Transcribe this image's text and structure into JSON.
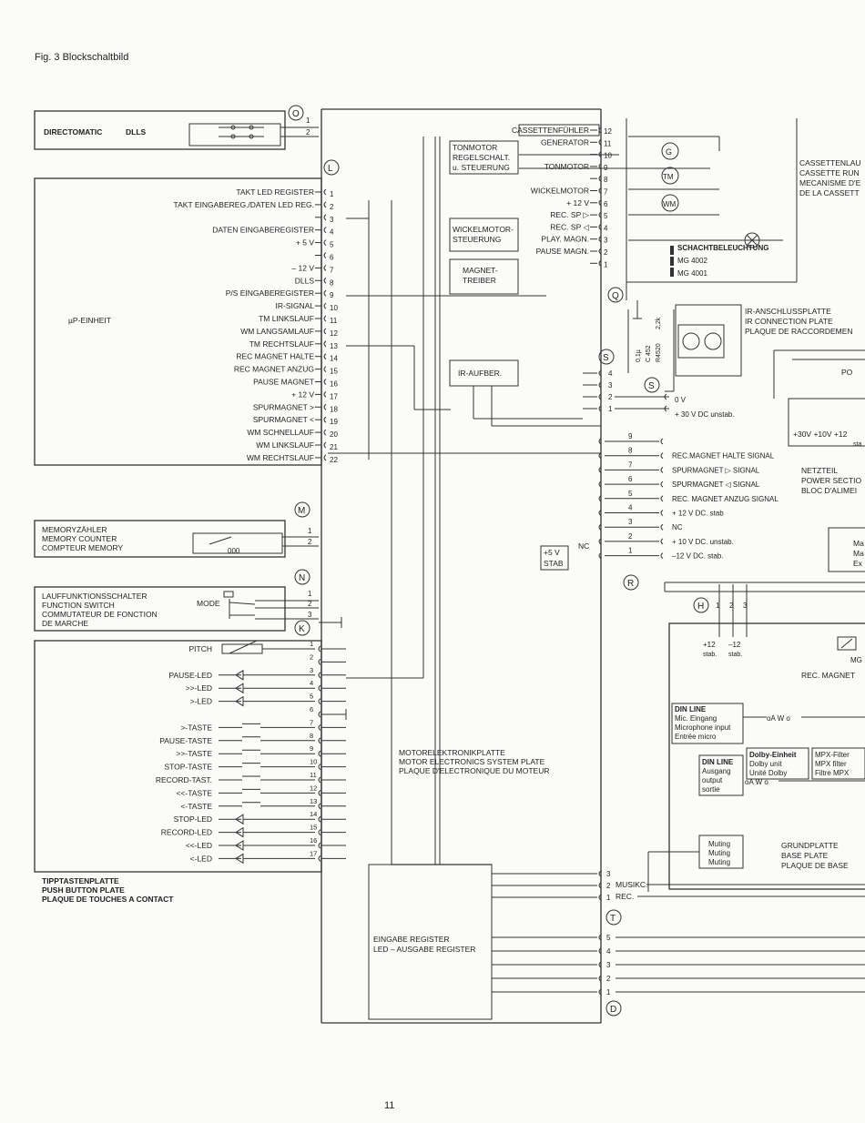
{
  "figure_title": "Fig. 3 Blockschaltbild",
  "page_number": "11",
  "connectors": {
    "O": "O",
    "L": "L",
    "M": "M",
    "N": "N",
    "K": "K",
    "Q": "Q",
    "S": "S",
    "R": "R",
    "H": "H",
    "T": "T",
    "D": "D"
  },
  "directomatic": {
    "label": "DIRECTOMATIC",
    "dlls": "DLLS",
    "pins": [
      "1",
      "2"
    ]
  },
  "up_unit": {
    "label": "µP-EINHEIT",
    "pins": [
      {
        "n": "1",
        "label": "TAKT LED REGISTER"
      },
      {
        "n": "2",
        "label": "TAKT EINGABEREG./DATEN LED REG."
      },
      {
        "n": "3",
        "label": ""
      },
      {
        "n": "4",
        "label": "DATEN EINGABEREGISTER"
      },
      {
        "n": "5",
        "label": "+ 5 V"
      },
      {
        "n": "6",
        "label": ""
      },
      {
        "n": "7",
        "label": "– 12 V"
      },
      {
        "n": "8",
        "label": "DLLS"
      },
      {
        "n": "9",
        "label": "P/S EINGABEREGISTER"
      },
      {
        "n": "10",
        "label": "IR-SIGNAL"
      },
      {
        "n": "11",
        "label": "TM LINKSLAUF"
      },
      {
        "n": "12",
        "label": "WM LANGSAMLAUF"
      },
      {
        "n": "13",
        "label": "TM RECHTSLAUF"
      },
      {
        "n": "14",
        "label": "REC MAGNET HALTE"
      },
      {
        "n": "15",
        "label": "REC MAGNET ANZUG"
      },
      {
        "n": "16",
        "label": "PAUSE MAGNET"
      },
      {
        "n": "17",
        "label": "+ 12 V"
      },
      {
        "n": "18",
        "label": "SPURMAGNET >"
      },
      {
        "n": "19",
        "label": "SPURMAGNET <"
      },
      {
        "n": "20",
        "label": "WM SCHNELLAUF"
      },
      {
        "n": "21",
        "label": "WM LINKSLAUF"
      },
      {
        "n": "22",
        "label": "WM RECHTSLAUF"
      }
    ]
  },
  "memory": {
    "lines": [
      "MEMORYZÄHLER",
      "MEMORY COUNTER",
      "COMPTEUR MEMORY"
    ],
    "counter": "000",
    "pins": [
      "1",
      "2"
    ]
  },
  "function_switch": {
    "lines": [
      "LAUFFUNKTIONSSCHALTER",
      "FUNCTION SWITCH",
      "COMMUTATEUR DE FONCTION",
      "DE MARCHE"
    ],
    "mode": "MODE",
    "pins": [
      "1",
      "2",
      "3"
    ]
  },
  "push_button": {
    "lines": [
      "TIPPTASTENPLATTE",
      "PUSH BUTTON PLATE",
      "PLAQUE DE TOUCHES A CONTACT"
    ],
    "rows": [
      {
        "n": "1",
        "label": "PITCH",
        "kind": "pot"
      },
      {
        "n": "2",
        "label": "",
        "kind": "none"
      },
      {
        "n": "3",
        "label": "PAUSE-LED",
        "kind": "led"
      },
      {
        "n": "4",
        "label": ">>-LED",
        "kind": "led"
      },
      {
        "n": "5",
        "label": ">-LED",
        "kind": "led"
      },
      {
        "n": "6",
        "label": "",
        "kind": "gnd"
      },
      {
        "n": "7",
        "label": ">-TASTE",
        "kind": "key"
      },
      {
        "n": "8",
        "label": "PAUSE-TASTE",
        "kind": "key"
      },
      {
        "n": "9",
        "label": ">>-TASTE",
        "kind": "key"
      },
      {
        "n": "10",
        "label": "STOP-TASTE",
        "kind": "key"
      },
      {
        "n": "11",
        "label": "RECORD-TAST.",
        "kind": "key"
      },
      {
        "n": "12",
        "label": "<<-TASTE",
        "kind": "key"
      },
      {
        "n": "13",
        "label": "<-TASTE",
        "kind": "key"
      },
      {
        "n": "14",
        "label": "STOP-LED",
        "kind": "led"
      },
      {
        "n": "15",
        "label": "RECORD-LED",
        "kind": "led"
      },
      {
        "n": "16",
        "label": "<<-LED",
        "kind": "led"
      },
      {
        "n": "17",
        "label": "<-LED",
        "kind": "led"
      }
    ]
  },
  "motor_plate": {
    "lines": [
      "MOTORELEKTRONIKPLATTE",
      "MOTOR ELECTRONICS SYSTEM PLATE",
      "PLAQUE D'ELECTRONIQUE DU MOTEUR"
    ],
    "tonmotor_block": [
      "TONMOTOR",
      "REGELSCHALT.",
      "u. STEUERUNG"
    ],
    "wickel_block": [
      "WICKELMOTOR-",
      "STEUERUNG"
    ],
    "magnet_block": [
      "MAGNET-",
      "TREIBER"
    ],
    "ir_block": "IR-AUFBER.",
    "stab_block": [
      "+5 V",
      "STAB"
    ],
    "nc": "NC",
    "eingabe": [
      "EINGABE REGISTER",
      "LED – AUSGABE REGISTER"
    ]
  },
  "cassette_conn": {
    "pins": [
      {
        "n": "12",
        "label": "CASSETTENFÜHLER"
      },
      {
        "n": "11",
        "label": "GENERATOR"
      },
      {
        "n": "10",
        "label": ""
      },
      {
        "n": "9",
        "label": "TONMOTOR"
      },
      {
        "n": "8",
        "label": ""
      },
      {
        "n": "7",
        "label": "WICKELMOTOR"
      },
      {
        "n": "6",
        "label": "+ 12 V"
      },
      {
        "n": "5",
        "label": "REC. SP ▷"
      },
      {
        "n": "4",
        "label": "REC. SP ◁"
      },
      {
        "n": "3",
        "label": "PLAY. MAGN."
      },
      {
        "n": "2",
        "label": "PAUSE MAGN."
      },
      {
        "n": "1",
        "label": ""
      }
    ],
    "lamp": "SCHACHTBELEUCHTUNG",
    "mg1": "MG 4002",
    "mg2": "MG 4001",
    "motors": [
      "G",
      "TM",
      "WM"
    ]
  },
  "cassette_mech": [
    "CASSETTENLAU",
    "CASSETTE RUN",
    "MECANISME D'E",
    "DE LA CASSETT"
  ],
  "ir_plate": {
    "lines": [
      "IR-ANSCHLUSSPLATTE",
      "IR CONNECTION PLATE",
      "PLAQUE DE RACCORDEMEN"
    ],
    "r": "R4520",
    "r_val": "2,2k",
    "c": "C 452",
    "c_val": "0,1µ",
    "po": "PO"
  },
  "s_conn": {
    "pins": [
      "4",
      "3",
      "2",
      "1"
    ],
    "labels": [
      "0 V",
      "+ 30 V DC unstab."
    ]
  },
  "r_conn": {
    "pins": [
      {
        "n": "9",
        "label": ""
      },
      {
        "n": "8",
        "label": "REC.MAGNET HALTE SIGNAL"
      },
      {
        "n": "7",
        "label": "SPURMAGNET ▷ SIGNAL"
      },
      {
        "n": "6",
        "label": "SPURMAGNET ◁ SIGNAL"
      },
      {
        "n": "5",
        "label": "REC. MAGNET ANZUG SIGNAL"
      },
      {
        "n": "4",
        "label": "+ 12 V  DC. stab"
      },
      {
        "n": "3",
        "label": "NC"
      },
      {
        "n": "2",
        "label": "+ 10 V  DC. unstab."
      },
      {
        "n": "1",
        "label": "–12 V  DC. stab."
      }
    ]
  },
  "power": {
    "rails": "+30V  +10V  +12",
    "stab": "sta",
    "lines": [
      "NETZTEIL",
      "POWER SECTIO",
      "BLOC D'ALIMEI"
    ],
    "m": [
      "Ma",
      "Ma",
      "Ex"
    ]
  },
  "h_conn": {
    "pins": [
      "1",
      "2",
      "3"
    ],
    "labels": [
      "+12",
      "–12",
      "stab.",
      "stab."
    ]
  },
  "rec_magnet": {
    "label": "REC. MAGNET",
    "mg": "MG"
  },
  "base_plate": {
    "lines": [
      "GRUNDPLATTE",
      "BASE PLATE",
      "PLAQUE DE BASE"
    ],
    "din_in": [
      "DIN LINE",
      "Mic. Eingang",
      "Microphone input",
      "Entrée micro"
    ],
    "din_out": [
      "DIN LINE",
      "Ausgang",
      "output",
      "sortie"
    ],
    "dolby": [
      "Dolby-Einheit",
      "Dolby unit",
      "Unité Dolby"
    ],
    "mpx": [
      "MPX-Filter",
      "MPX filter",
      "Filtre MPX"
    ],
    "muting": [
      "Muting",
      "Muting",
      "Muting"
    ],
    "aw": "oA   W o",
    "aw2": "oA  W o"
  },
  "t_conn": {
    "pins": [
      "3",
      "2",
      "1"
    ],
    "labels": [
      "MUSIKC.",
      "REC."
    ]
  },
  "d_conn": {
    "pins": [
      "5",
      "4",
      "3",
      "2",
      "1"
    ]
  }
}
